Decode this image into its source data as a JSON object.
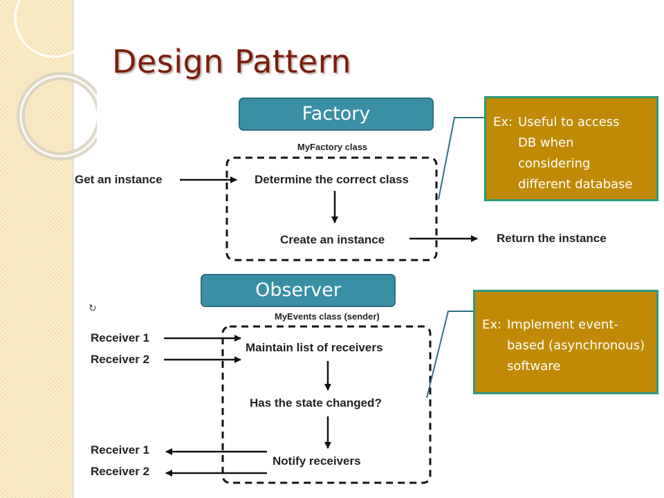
{
  "slide": {
    "title": "Design Pattern"
  },
  "factory": {
    "pill_label": "Factory",
    "class_label": "MyFactory class",
    "input_label": "Get an instance",
    "step1": "Determine the correct class",
    "step2": "Create an instance",
    "output_label": "Return the instance",
    "note_prefix": "Ex:",
    "note_lines": [
      "Useful to access",
      "DB when",
      "considering",
      "different database"
    ]
  },
  "observer": {
    "pill_label": "Observer",
    "class_label": "MyEvents class (sender)",
    "receiver_in_1": "Receiver 1",
    "receiver_in_2": "Receiver 2",
    "step1": "Maintain list of receivers",
    "step2": "Has the state changed?",
    "step3": "Notify receivers",
    "receiver_out_1": "Receiver 1",
    "receiver_out_2": "Receiver 2",
    "note_prefix": "Ex:",
    "note_lines": [
      "Implement event-",
      "based (asynchronous)",
      "software"
    ]
  },
  "colors": {
    "title": "#7a1d0e",
    "pill": "#3a8fa6",
    "note": "#c08a06",
    "note_border": "#2b9a7d",
    "connector": "#2e6f80"
  }
}
